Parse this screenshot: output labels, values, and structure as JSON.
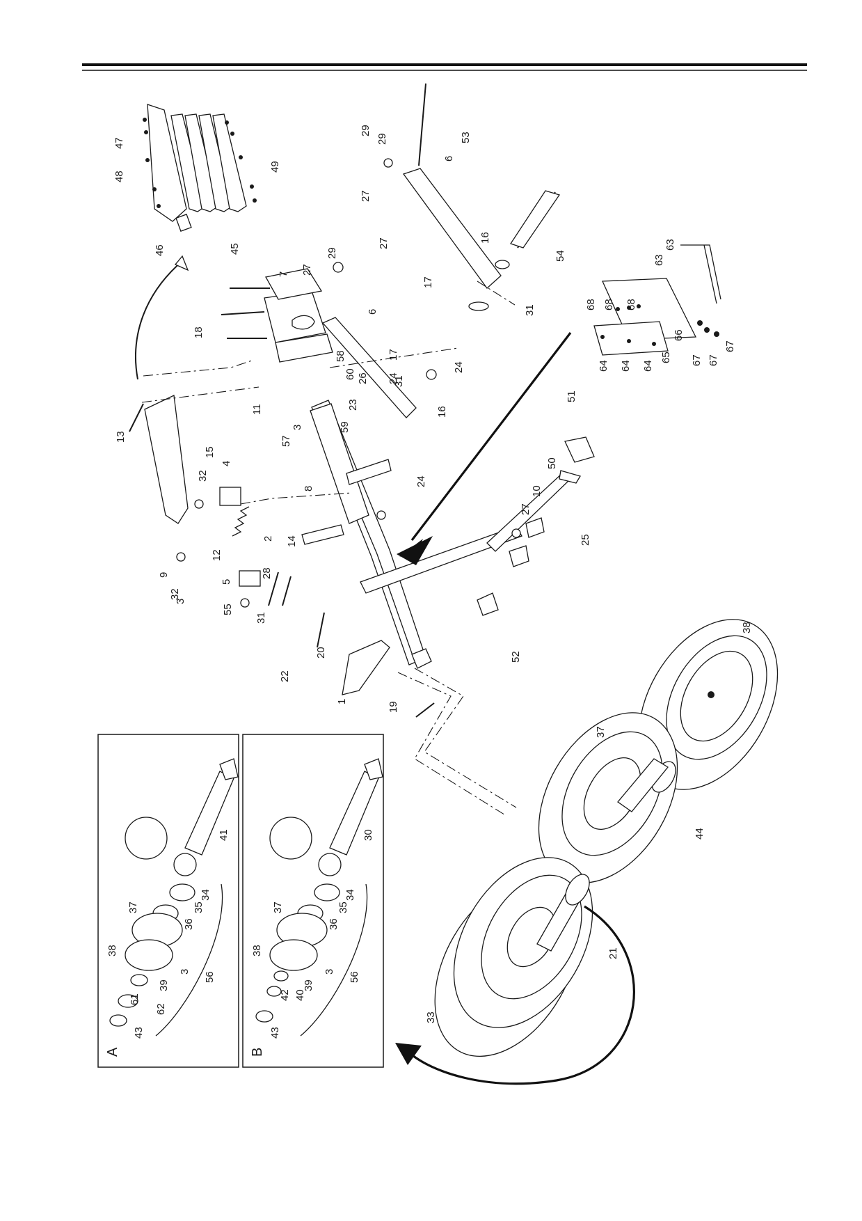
{
  "page": {
    "background": "#ffffff",
    "ink": "#1a1a1a"
  },
  "insets": [
    {
      "letter": "A",
      "axle_label": "41",
      "bearing_labels": [
        "34",
        "35",
        "36",
        "37",
        "38",
        "39",
        "61",
        "62",
        "43",
        "3",
        "56"
      ]
    },
    {
      "letter": "B",
      "axle_label": "30",
      "bearing_labels": [
        "34",
        "35",
        "36",
        "37",
        "38",
        "39",
        "40",
        "42",
        "43",
        "3",
        "56"
      ]
    }
  ],
  "part_labels": [
    "1",
    "2",
    "3",
    "3",
    "4",
    "5",
    "6",
    "6",
    "7",
    "8",
    "9",
    "10",
    "11",
    "12",
    "13",
    "14",
    "15",
    "16",
    "16",
    "17",
    "17",
    "18",
    "19",
    "20",
    "21",
    "22",
    "23",
    "24",
    "24",
    "24",
    "25",
    "26",
    "27",
    "27",
    "27",
    "27",
    "28",
    "29",
    "29",
    "29",
    "31",
    "31",
    "31",
    "32",
    "32",
    "33",
    "37",
    "38",
    "44",
    "45",
    "46",
    "47",
    "48",
    "49",
    "50",
    "51",
    "52",
    "53",
    "54",
    "55",
    "57",
    "58",
    "59",
    "60",
    "63",
    "63",
    "64",
    "64",
    "64",
    "65",
    "66",
    "67",
    "67",
    "67",
    "68",
    "68",
    "68"
  ]
}
